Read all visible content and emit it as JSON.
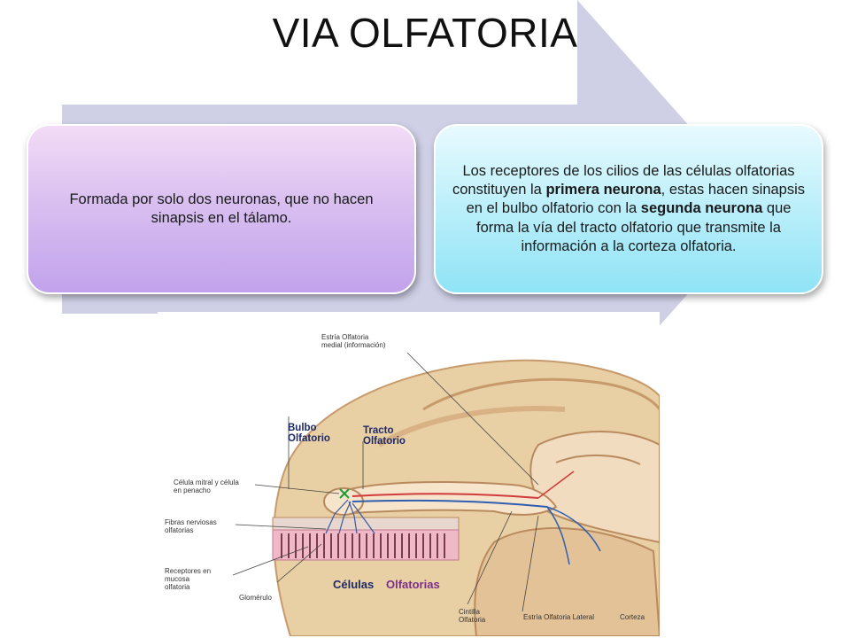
{
  "slide": {
    "title": "VIA OLFATORIA",
    "left_box": {
      "text": "Formada por solo dos neuronas, que no hacen sinapsis en el tálamo."
    },
    "right_box": {
      "text_1": "Los receptores de los cilios de las células olfatorias constituyen la ",
      "bold_1": "primera neurona",
      "text_2": ", estas hacen sinapsis en el bulbo olfatorio con la ",
      "bold_2": "segunda neurona",
      "text_3": " que forma la vía del tracto olfatorio que transmite la información a la corteza olfatoria."
    },
    "colors": {
      "arrow": "#cfd0e6",
      "left_box": "#d9c0f0",
      "right_box": "#bff0fb",
      "figure_label_blue": "#1d2a66",
      "figure_label_purple": "#7a2f8e"
    }
  },
  "figure": {
    "labels": {
      "estria_medial_1": "Estría Olfatoria",
      "estria_medial_2": "medial (información)",
      "bulbo_1": "Bulbo",
      "bulbo_2": "Olfatorio",
      "tracto_1": "Tracto",
      "tracto_2": "Olfatorio",
      "celula_mitral_1": "Célula mitral y célula",
      "celula_mitral_2": "en penacho",
      "fibras_1": "Fibras nerviosas",
      "fibras_2": "olfatorias",
      "receptores_1": "Receptores en",
      "receptores_2": "mucosa",
      "receptores_3": "olfatoria",
      "glomerulo": "Glomérulo",
      "celulas": "Células",
      "olfatorias": "Olfatorias",
      "cintilla_1": "Cintilla",
      "cintilla_2": "Olfatoria",
      "estria_lateral": "Estría Olfatoria Lateral",
      "corteza": "Corteza"
    }
  }
}
